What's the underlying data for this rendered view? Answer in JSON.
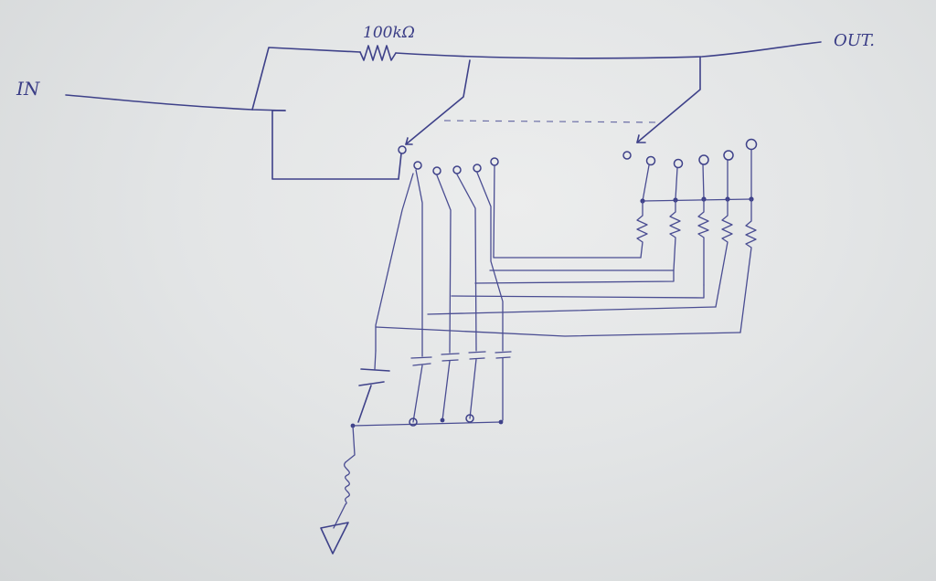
{
  "diagram": {
    "labels": {
      "input": "IN",
      "output": "OUT.",
      "series_resistor": "100kΩ"
    },
    "colors": {
      "ink": "#3e4189",
      "paper": "#e6e8e9"
    }
  }
}
